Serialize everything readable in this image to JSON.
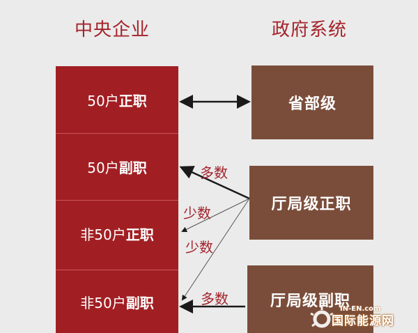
{
  "headers": {
    "left": "中央企业",
    "right": "政府系统"
  },
  "left_levels": [
    {
      "prefix": "50户",
      "rank": "正职"
    },
    {
      "prefix": "50户",
      "rank": "副职"
    },
    {
      "prefix": "非50户",
      "rank": "正职"
    },
    {
      "prefix": "非50户",
      "rank": "副职"
    }
  ],
  "right_levels": [
    "省部级",
    "厅局级正职",
    "厅局级副职"
  ],
  "link_labels": {
    "many_1": "多数",
    "few_1": "少数",
    "few_2": "少数",
    "many_2": "多数"
  },
  "watermark": {
    "name": "国际能源网",
    "sub": "IN-EN.com"
  },
  "colors": {
    "left_fill": "#a11f23",
    "right_fill": "#7a4d3a",
    "header_text": "#a4232b",
    "arrow": "#1a1a1a"
  },
  "icons": {
    "arrow": "arrow-icon",
    "watermark_logo": "sun-logo-icon"
  }
}
